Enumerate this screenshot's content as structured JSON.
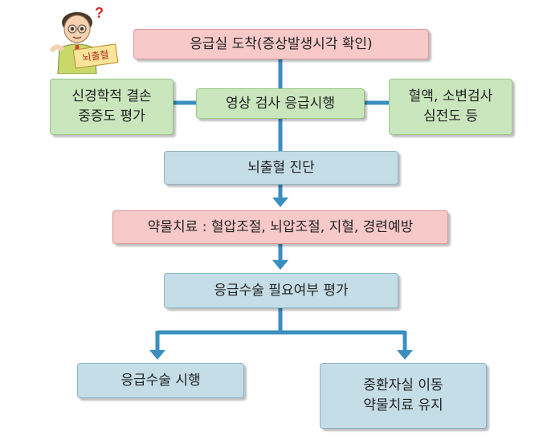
{
  "nodes": {
    "arrival": "응급실 도착(증상발생시각 확인)",
    "neuro_eval": [
      "신경학적 결손",
      "중증도 평가"
    ],
    "imaging": "영상 검사 응급시행",
    "labs": [
      "혈액, 소변검사",
      "심전도 등"
    ],
    "diagnosis": "뇌출혈 진단",
    "medication": "약물치료 : 혈압조절, 뇌압조절, 지혈, 경련예방",
    "surgery_eval": "응급수술 필요여부 평가",
    "surgery": "응급수술 시행",
    "icu": [
      "중환자실 이동",
      "약물치료 유지"
    ]
  },
  "illustration": {
    "sign_text": "뇌출혈",
    "question_mark": "?"
  },
  "colors": {
    "pink_fill": "#f7c9c9",
    "blue_fill": "#c4dde7",
    "green_fill": "#c9e6bd",
    "connector": "#3a8fbf"
  }
}
